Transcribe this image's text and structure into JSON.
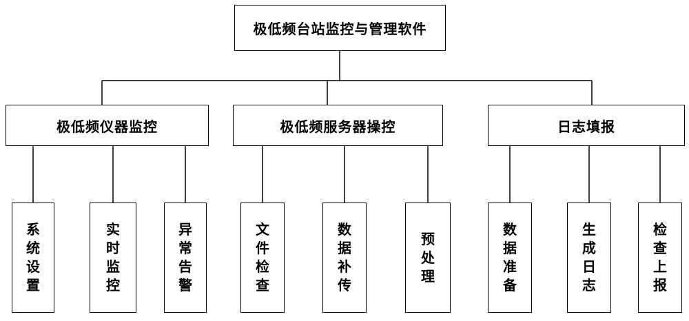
{
  "root": {
    "label": "极低频台站监控与管理软件"
  },
  "groups": [
    {
      "label": "极低频仪器监控",
      "children": [
        "系统设置",
        "实时监控",
        "异常告警"
      ]
    },
    {
      "label": "极低频服务器操控",
      "children": [
        "文件检查",
        "数据补传",
        "预处理"
      ]
    },
    {
      "label": "日志填报",
      "children": [
        "数据准备",
        "生成日志",
        "检查上报"
      ]
    }
  ]
}
